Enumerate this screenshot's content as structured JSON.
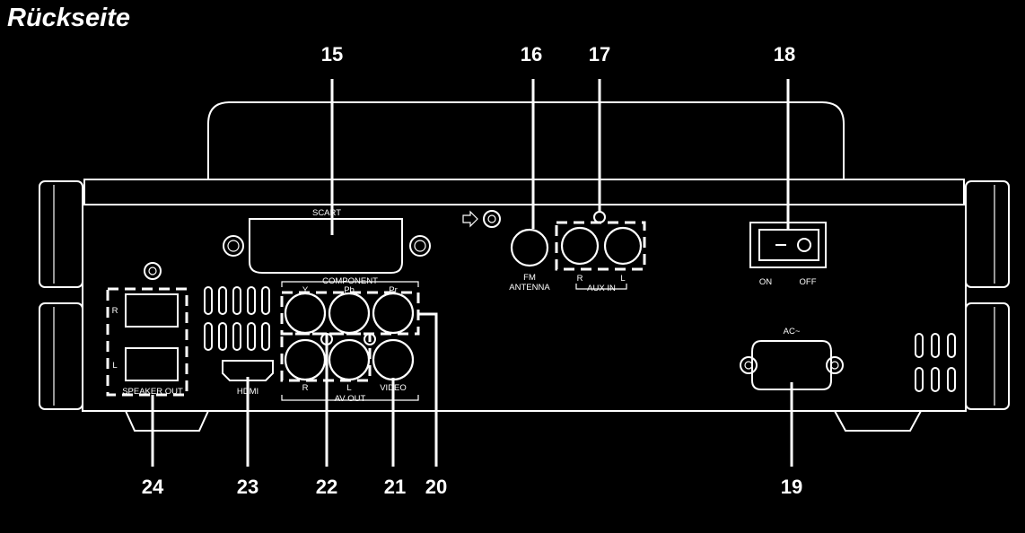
{
  "title": "Rückseite",
  "callouts": [
    "15",
    "16",
    "17",
    "18",
    "19",
    "20",
    "21",
    "22",
    "23",
    "24"
  ],
  "labels": {
    "scart": "SCART",
    "component": "COMPONENT",
    "y": "Y",
    "pb": "Pb",
    "pr": "Pr",
    "fm": "FM",
    "antenna": "ANTENNA",
    "aux_r": "R",
    "aux_l": "L",
    "aux_in": "AUX IN",
    "on": "ON",
    "off": "OFF",
    "ac": "AC~",
    "spk_r": "R",
    "spk_l": "L",
    "speaker_out": "SPEAKER OUT",
    "hdmi": "HDMI",
    "av_r": "R",
    "av_l": "L",
    "av_out": "AV OUT",
    "video": "VIDEO"
  }
}
